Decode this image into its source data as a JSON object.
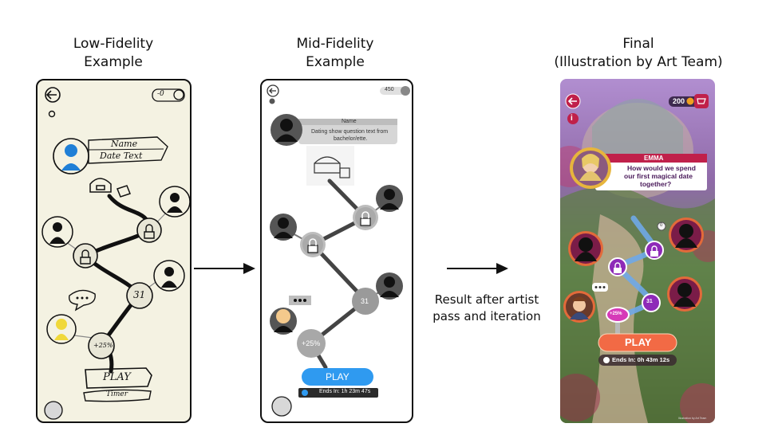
{
  "columns": [
    {
      "title_line1": "Low-Fidelity",
      "title_line2": "Example"
    },
    {
      "title_line1": "Mid-Fidelity",
      "title_line2": "Example"
    },
    {
      "title_line1": "Final",
      "title_line2": "(Illustration by Art Team)"
    }
  ],
  "caption": {
    "line1": "Result after artist",
    "line2": "pass and iteration"
  },
  "low": {
    "name": "Name",
    "date_text": "Date Text",
    "node_31": "31",
    "node_percent": "+25%",
    "play": "PLAY",
    "timer": "Timer",
    "counter": "-0"
  },
  "mid": {
    "currency": "450",
    "name": "Name",
    "question_line1": "Dating show question text from",
    "question_line2": "bachelor/ette.",
    "node_31": "31",
    "node_percent": "+25%",
    "play": "PLAY",
    "ends_in": "Ends In: 1h 23m 47s",
    "info": "i"
  },
  "final": {
    "currency": "200",
    "name": "EMMA",
    "question_line1": "How would we spend",
    "question_line2": "our first magical date",
    "question_line3": "together?",
    "node_31": "31",
    "node_percent": "+25%",
    "play": "PLAY",
    "ends_in": "Ends In: 0h 43m 12s",
    "info": "i",
    "node_count": "0",
    "credit": "Illustration by Art Team"
  },
  "colors": {
    "mid_play_blue": "#2f9af0",
    "final_play_orange": "#f26a45",
    "final_banner_red": "#c0204a",
    "final_node_purple": "#8e2ab8",
    "final_path_blue": "#6fa8e8"
  }
}
